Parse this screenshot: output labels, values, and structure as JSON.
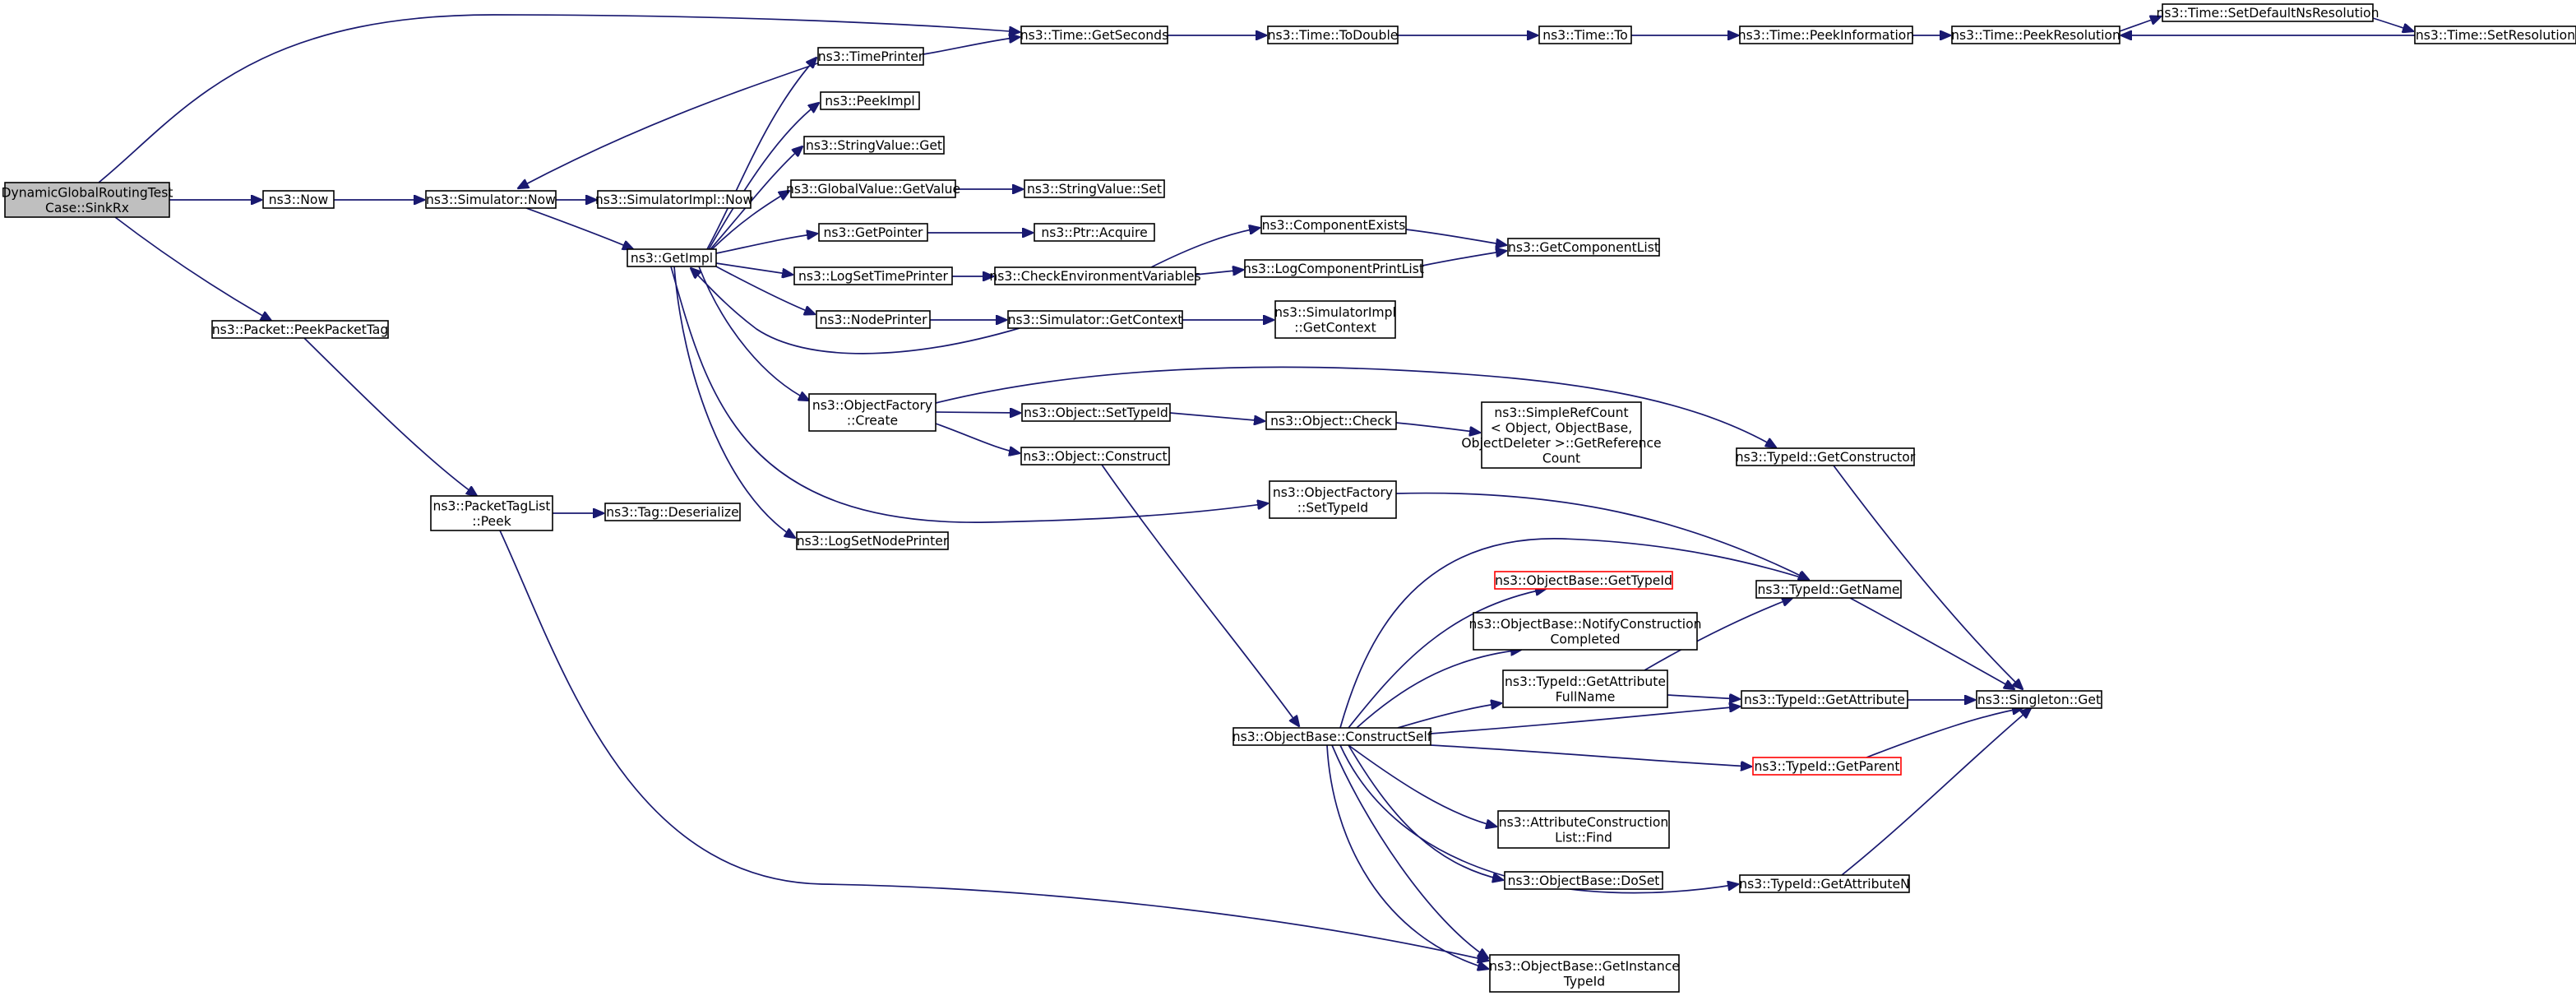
{
  "diagram": {
    "colors": {
      "edge": "#191970",
      "root_fill": "#bfbfbf",
      "node_fill": "#ffffff",
      "red_border": "#ff0000"
    },
    "nodes": [
      {
        "id": "sinkrx",
        "lines": [
          "DynamicGlobalRoutingTest",
          "Case::SinkRx"
        ],
        "style": "root"
      },
      {
        "id": "now",
        "lines": [
          "ns3::Now"
        ]
      },
      {
        "id": "simnow",
        "lines": [
          "ns3::Simulator::Now"
        ]
      },
      {
        "id": "simimplnow",
        "lines": [
          "ns3::SimulatorImpl::Now"
        ]
      },
      {
        "id": "getimpl",
        "lines": [
          "ns3::GetImpl"
        ]
      },
      {
        "id": "timeprinter",
        "lines": [
          "ns3::TimePrinter"
        ]
      },
      {
        "id": "peekimpl",
        "lines": [
          "ns3::PeekImpl"
        ]
      },
      {
        "id": "stringget",
        "lines": [
          "ns3::StringValue::Get"
        ]
      },
      {
        "id": "gvgetvalue",
        "lines": [
          "ns3::GlobalValue::GetValue"
        ]
      },
      {
        "id": "stringset",
        "lines": [
          "ns3::StringValue::Set"
        ]
      },
      {
        "id": "getpointer",
        "lines": [
          "ns3::GetPointer"
        ]
      },
      {
        "id": "ptracquire",
        "lines": [
          "ns3::Ptr::Acquire"
        ]
      },
      {
        "id": "logsettimeprinter",
        "lines": [
          "ns3::LogSetTimePrinter"
        ]
      },
      {
        "id": "checkenv",
        "lines": [
          "ns3::CheckEnvironmentVariables"
        ]
      },
      {
        "id": "nodeprinter",
        "lines": [
          "ns3::NodePrinter"
        ]
      },
      {
        "id": "simgetcontext",
        "lines": [
          "ns3::Simulator::GetContext"
        ]
      },
      {
        "id": "simimplgetcontext",
        "lines": [
          "ns3::SimulatorImpl",
          "::GetContext"
        ]
      },
      {
        "id": "compexists",
        "lines": [
          "ns3::ComponentExists"
        ]
      },
      {
        "id": "logcompprint",
        "lines": [
          "ns3::LogComponentPrintList"
        ]
      },
      {
        "id": "getcomplist",
        "lines": [
          "ns3::GetComponentList"
        ]
      },
      {
        "id": "gettimeseconds",
        "lines": [
          "ns3::Time::GetSeconds"
        ]
      },
      {
        "id": "timetodouble",
        "lines": [
          "ns3::Time::ToDouble"
        ]
      },
      {
        "id": "timeto",
        "lines": [
          "ns3::Time::To"
        ]
      },
      {
        "id": "peekinfo",
        "lines": [
          "ns3::Time::PeekInformation"
        ]
      },
      {
        "id": "peekres",
        "lines": [
          "ns3::Time::PeekResolution"
        ]
      },
      {
        "id": "setdefaultns",
        "lines": [
          "ns3::Time::SetDefaultNsResolution"
        ]
      },
      {
        "id": "setres",
        "lines": [
          "ns3::Time::SetResolution"
        ]
      },
      {
        "id": "peekpackettag",
        "lines": [
          "ns3::Packet::PeekPacketTag"
        ]
      },
      {
        "id": "ptlpeek",
        "lines": [
          "ns3::PacketTagList",
          "::Peek"
        ]
      },
      {
        "id": "tagdeser",
        "lines": [
          "ns3::Tag::Deserialize"
        ]
      },
      {
        "id": "ofcreate",
        "lines": [
          "ns3::ObjectFactory",
          "::Create"
        ]
      },
      {
        "id": "objsettypeid",
        "lines": [
          "ns3::Object::SetTypeId"
        ]
      },
      {
        "id": "objcheck",
        "lines": [
          "ns3::Object::Check"
        ]
      },
      {
        "id": "simplerefcount",
        "lines": [
          "ns3::SimpleRefCount",
          "< Object, ObjectBase,",
          " ObjectDeleter >::GetReference",
          "Count"
        ]
      },
      {
        "id": "objconstruct",
        "lines": [
          "ns3::Object::Construct"
        ]
      },
      {
        "id": "ofsettypeid",
        "lines": [
          "ns3::ObjectFactory",
          "::SetTypeId"
        ]
      },
      {
        "id": "logsetnodeprinter",
        "lines": [
          "ns3::LogSetNodePrinter"
        ]
      },
      {
        "id": "typeidgetconstructor",
        "lines": [
          "ns3::TypeId::GetConstructor"
        ]
      },
      {
        "id": "obgettypeid",
        "lines": [
          "ns3::ObjectBase::GetTypeId"
        ],
        "style": "red"
      },
      {
        "id": "obnotify",
        "lines": [
          "ns3::ObjectBase::NotifyConstruction",
          "Completed"
        ]
      },
      {
        "id": "typeidgetattrfull",
        "lines": [
          "ns3::TypeId::GetAttribute",
          "FullName"
        ]
      },
      {
        "id": "obconstructself",
        "lines": [
          "ns3::ObjectBase::ConstructSelf"
        ]
      },
      {
        "id": "typeidgetname",
        "lines": [
          "ns3::TypeId::GetName"
        ]
      },
      {
        "id": "typeidgetattr",
        "lines": [
          "ns3::TypeId::GetAttribute"
        ]
      },
      {
        "id": "singletonget",
        "lines": [
          "ns3::Singleton::Get"
        ]
      },
      {
        "id": "typeidgetparent",
        "lines": [
          "ns3::TypeId::GetParent"
        ],
        "style": "red"
      },
      {
        "id": "attrconstfind",
        "lines": [
          "ns3::AttributeConstruction",
          "List::Find"
        ]
      },
      {
        "id": "obdoset",
        "lines": [
          "ns3::ObjectBase::DoSet"
        ]
      },
      {
        "id": "typeidgetattrn",
        "lines": [
          "ns3::TypeId::GetAttributeN"
        ]
      },
      {
        "id": "obgetinstance",
        "lines": [
          "ns3::ObjectBase::GetInstance",
          "TypeId"
        ]
      }
    ]
  }
}
